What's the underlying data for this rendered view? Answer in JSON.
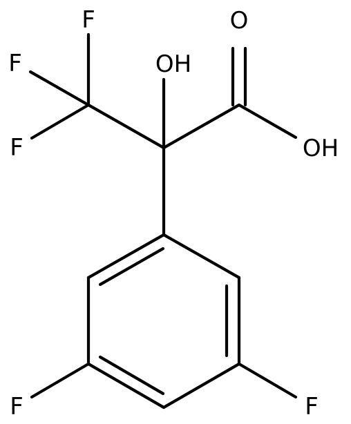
{
  "molecule": {
    "atoms": {
      "f_top": "F",
      "f_left": "F",
      "f_lower": "F",
      "hydroxyl": "OH",
      "carbonyl_o": "O",
      "acid_oh": "OH",
      "ring_f_left": "F",
      "ring_f_right": "F"
    }
  },
  "colors": {
    "ink": "#000000",
    "background": "#ffffff"
  }
}
